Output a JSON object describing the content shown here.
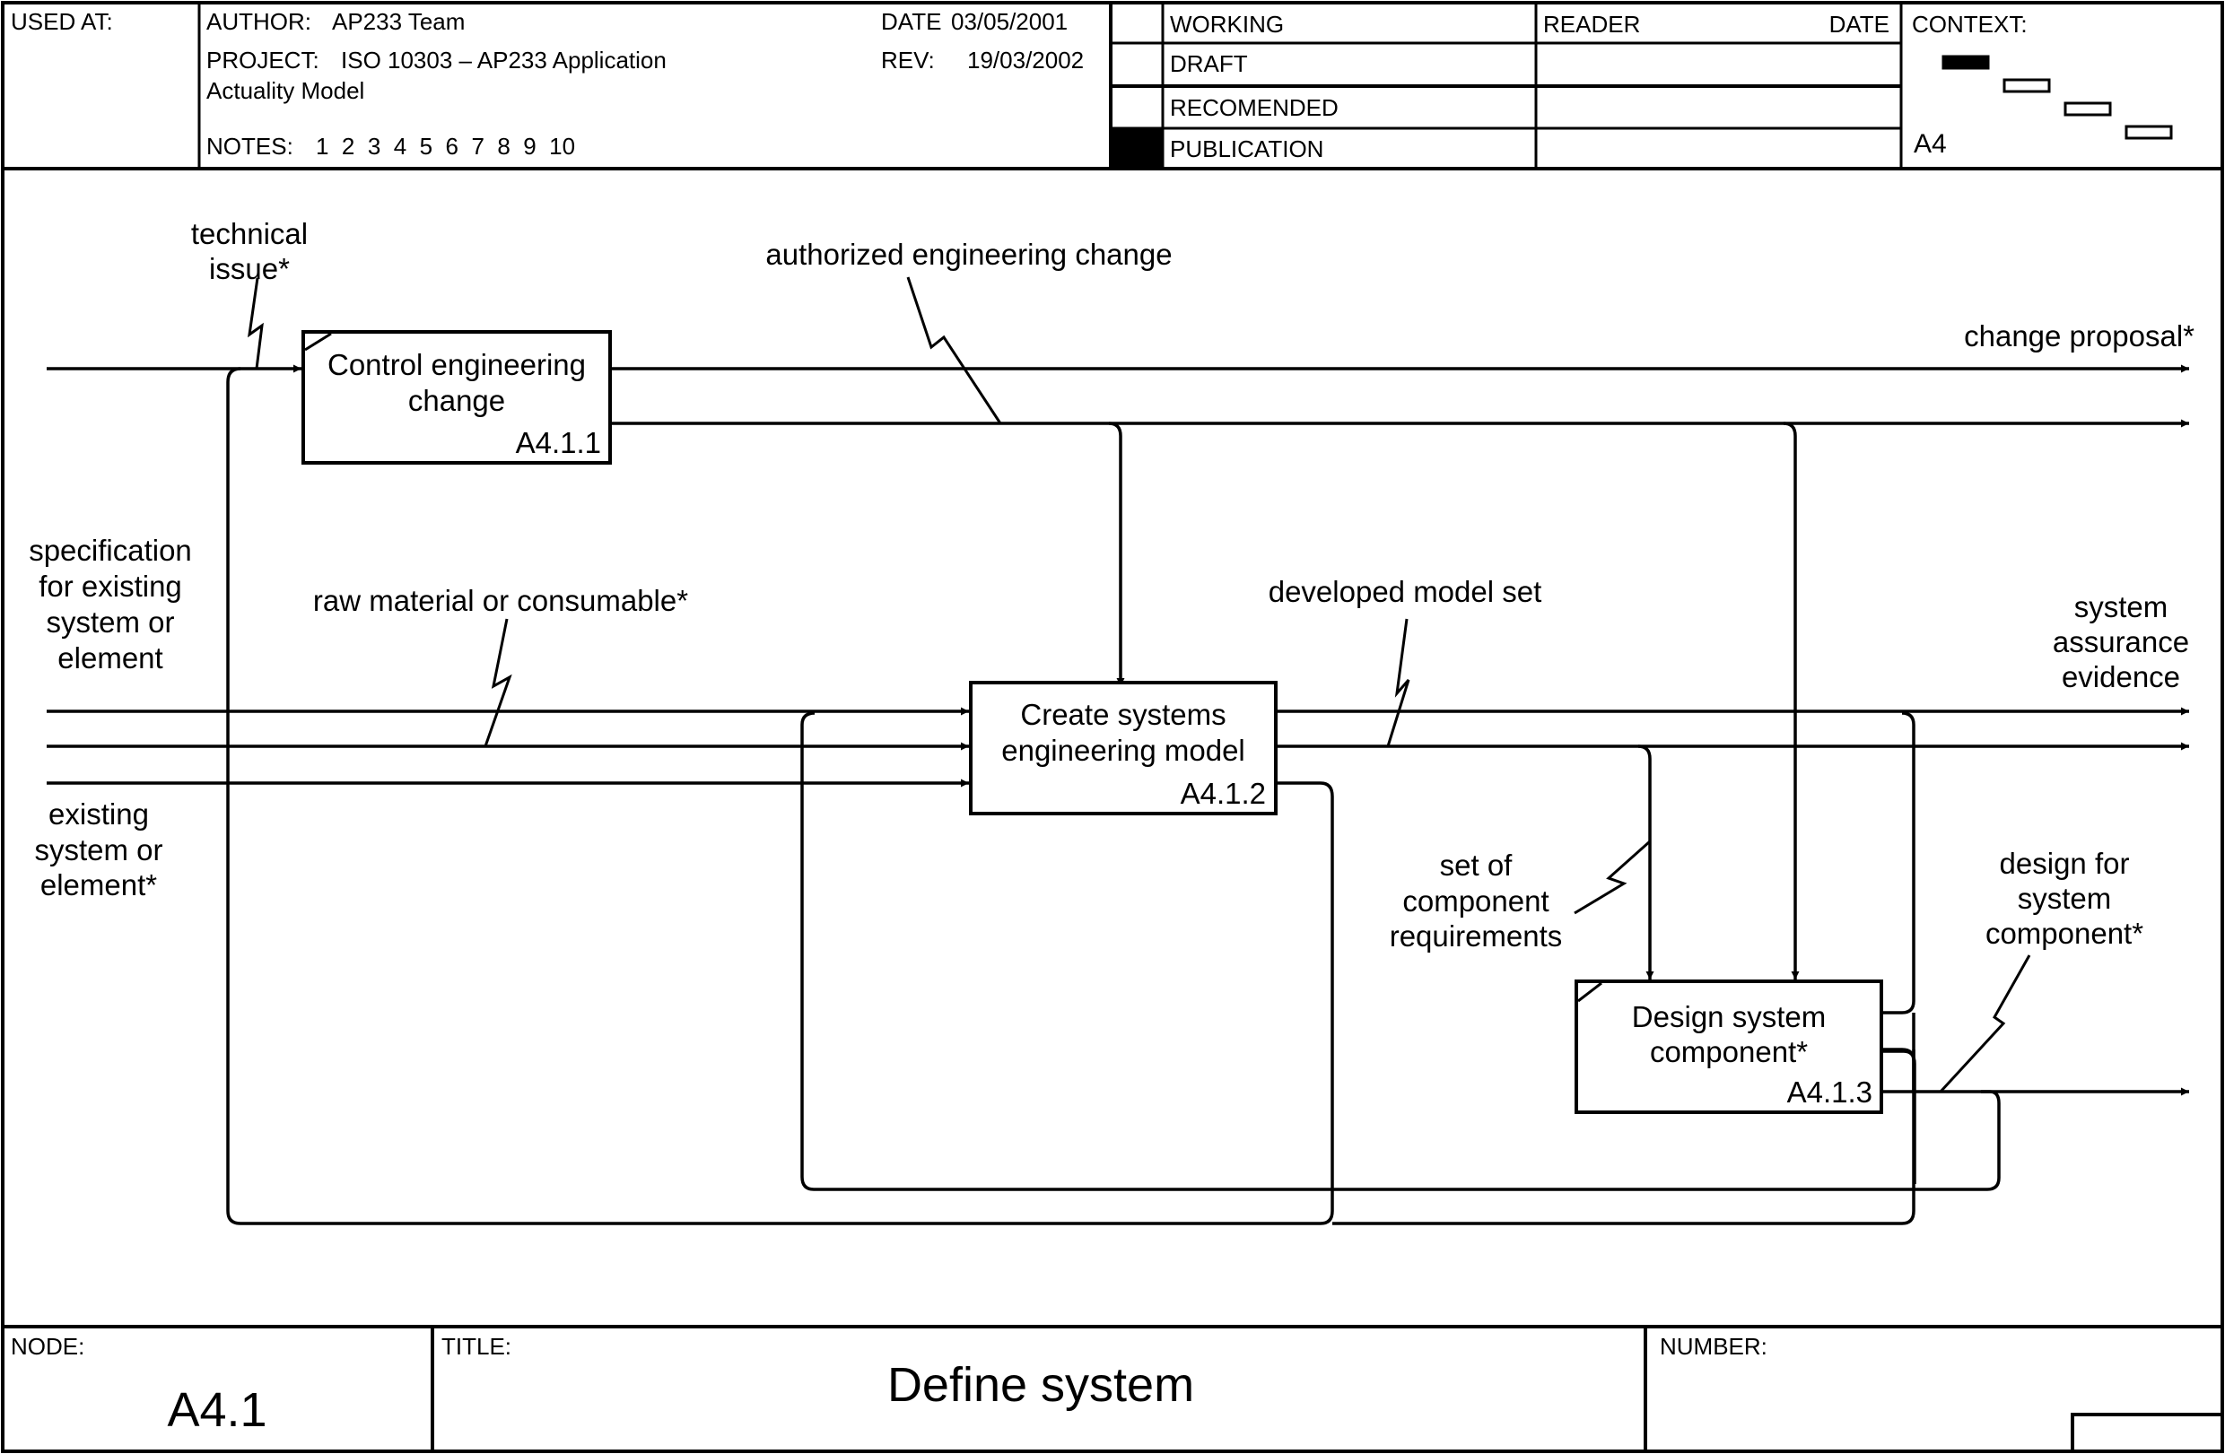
{
  "header": {
    "used_at_label": "USED AT:",
    "author_label": "AUTHOR:",
    "author": "AP233 Team",
    "project_label": "PROJECT:",
    "project_line1": "ISO 10303 – AP233 Application",
    "project_line2": "Actuality Model",
    "notes_label": "NOTES:",
    "notes": "1  2  3  4  5  6  7  8  9  10",
    "date_label": "DATE",
    "date": "03/05/2001",
    "rev_label": "REV:",
    "rev": "19/03/2002",
    "status_rows": [
      {
        "label": "WORKING",
        "checked": false
      },
      {
        "label": "DRAFT",
        "checked": false
      },
      {
        "label": "RECOMENDED",
        "checked": false
      },
      {
        "label": "PUBLICATION",
        "checked": true
      }
    ],
    "reader_label": "READER",
    "reader_date_label": "DATE",
    "context_label": "CONTEXT:",
    "context_node": "A4",
    "context_highlight_index": 0,
    "context_box_count": 4
  },
  "diagram": {
    "activities": [
      {
        "id": "A4.1.1",
        "title_lines": [
          "Control engineering",
          "change"
        ]
      },
      {
        "id": "A4.1.2",
        "title_lines": [
          "Create systems",
          "engineering model"
        ]
      },
      {
        "id": "A4.1.3",
        "title_lines": [
          "Design system",
          "component*"
        ]
      }
    ],
    "labels": {
      "technical_issue": [
        "technical",
        "issue*"
      ],
      "authorized_engineering_change": "authorized engineering change",
      "change_proposal": "change proposal*",
      "specification": [
        "specification",
        "for existing",
        "system or",
        "element"
      ],
      "raw_material": "raw material or consumable*",
      "developed_model_set": "developed model set",
      "system_assurance_evidence": [
        "system",
        "assurance",
        "evidence"
      ],
      "existing_system": [
        "existing",
        "system or",
        "element*"
      ],
      "set_of_component_requirements": [
        "set of",
        "component",
        "requirements"
      ],
      "design_for_system_component": [
        "design for",
        "system",
        "component*"
      ]
    }
  },
  "footer": {
    "node_label": "NODE:",
    "node": "A4.1",
    "title_label": "TITLE:",
    "title": "Define system",
    "number_label": "NUMBER:",
    "number": ""
  }
}
